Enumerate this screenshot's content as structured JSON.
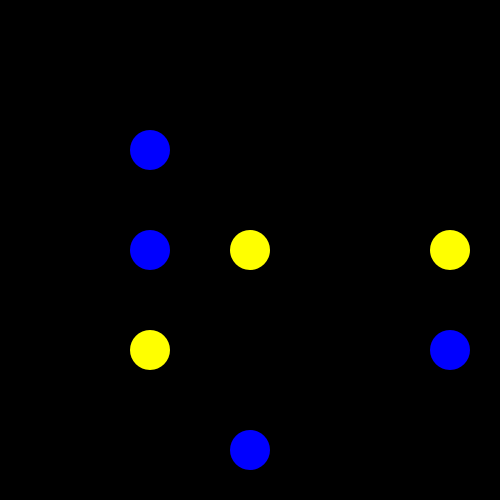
{
  "board": {
    "background": "#000000",
    "grid_size": 5,
    "pieces": [
      {
        "color": "blue",
        "hex": "#0000ff",
        "row": 1,
        "col": 1
      },
      {
        "color": "blue",
        "hex": "#0000ff",
        "row": 2,
        "col": 1
      },
      {
        "color": "yellow",
        "hex": "#ffff00",
        "row": 2,
        "col": 2
      },
      {
        "color": "yellow",
        "hex": "#ffff00",
        "row": 2,
        "col": 4
      },
      {
        "color": "yellow",
        "hex": "#ffff00",
        "row": 3,
        "col": 1
      },
      {
        "color": "blue",
        "hex": "#0000ff",
        "row": 3,
        "col": 4
      },
      {
        "color": "blue",
        "hex": "#0000ff",
        "row": 4,
        "col": 2
      }
    ]
  }
}
